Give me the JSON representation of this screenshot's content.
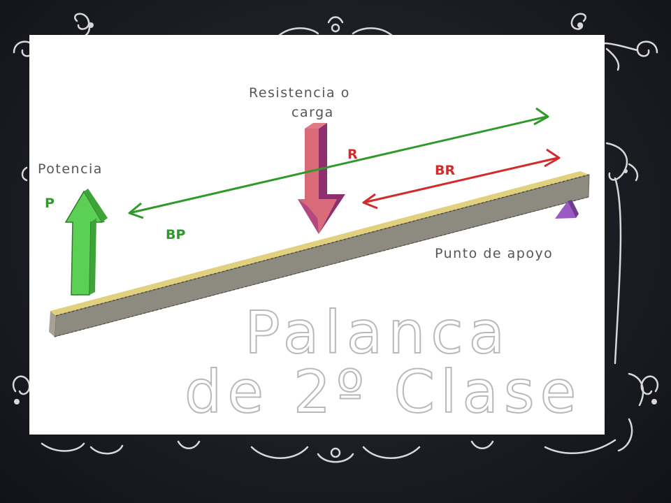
{
  "slide": {
    "background_color": "#1c1e25",
    "ornament_color": "#d8d8d8"
  },
  "diagram": {
    "labels": {
      "potencia": "Potencia",
      "p": "P",
      "resistencia_line1": "Resistencia o",
      "resistencia_line2": "carga",
      "r": "R",
      "br": "BR",
      "bp": "BP",
      "punto_apoyo": "Punto de apoyo"
    },
    "title_line1": "Palanca",
    "title_line2": "de 2º Clase",
    "colors": {
      "potencia_arrow": "#5ccf55",
      "resistencia_arrow": "#a0449a",
      "bp_line": "#2f9a2a",
      "br_line": "#d42a2a",
      "bar_top": "#cbb760",
      "bar_side": "#8d8a80",
      "fulcrum": "#9b59c4"
    }
  }
}
